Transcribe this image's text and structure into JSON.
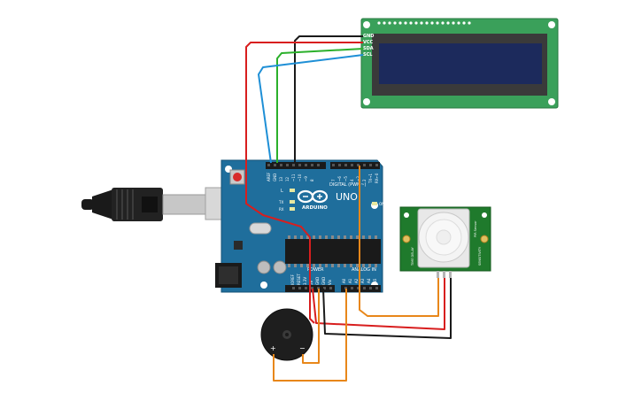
{
  "lcd": {
    "pins": [
      "GND",
      "VCC",
      "SDA",
      "SCL"
    ]
  },
  "arduino": {
    "model": "UNO",
    "brand": "ARDUINO",
    "digital_label": "DIGITAL (PWM~)",
    "power_label": "POWER",
    "analog_label": "ANALOG IN",
    "on_label": "ON",
    "led_l": "L",
    "led_tx": "TX",
    "led_rx": "RX",
    "top_pins": [
      "AREF",
      "GND",
      "13",
      "12",
      "~11",
      "~10",
      "~9",
      "8",
      "7",
      "~6",
      "~5",
      "4",
      "~3",
      "2",
      "TX→1",
      "RX←0"
    ],
    "power_pins": [
      "IOREF",
      "RESET",
      "3.3V",
      "5V",
      "GND",
      "GND",
      "Vin"
    ],
    "analog_pins": [
      "A0",
      "A1",
      "A2",
      "A3",
      "A4",
      "A5"
    ]
  },
  "pir": {
    "left_text": "TIME DELAY",
    "right_text": "SENSITIVITY",
    "mid_text": "PIR Sensor"
  },
  "buzzer": {
    "plus": "+",
    "minus": "−"
  },
  "colors": {
    "board": "#1f6e9c",
    "lcd_board": "#3aa05a",
    "lcd_screen": "#1c2a5c",
    "pir_board": "#1f7a2c",
    "wire_red": "#d81e1e",
    "wire_black": "#1a1a1a",
    "wire_green": "#2bb02b",
    "wire_blue": "#1e8fd6",
    "wire_orange": "#e8871a"
  }
}
